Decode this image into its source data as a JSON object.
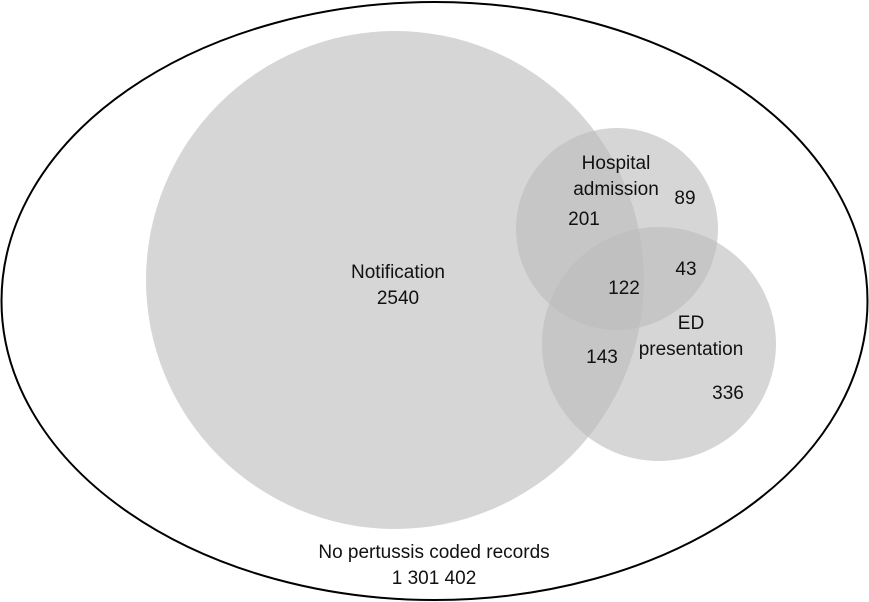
{
  "diagram": {
    "colors": {
      "background": "#ffffff",
      "outline": "#000000",
      "circle_fill": "#bdbdbd",
      "text": "#111111"
    },
    "universe": {
      "title": "No pertussis coded records",
      "count": "1 301 402"
    },
    "sets": [
      {
        "key": "notification",
        "name_lines": [
          "Notification"
        ]
      },
      {
        "key": "hospital",
        "name_lines": [
          "Hospital",
          "admission"
        ]
      },
      {
        "key": "ed",
        "name_lines": [
          "ED",
          "presentation"
        ]
      }
    ],
    "regions": {
      "notification_only": "2540",
      "hospital_only": "89",
      "ed_only": "336",
      "notification_hospital": "201",
      "hospital_ed": "43",
      "notification_ed": "143",
      "all_three": "122"
    }
  }
}
